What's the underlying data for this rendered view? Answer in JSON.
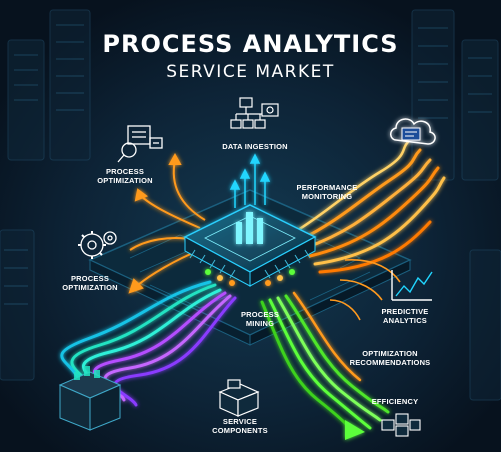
{
  "title": {
    "line1": "PROCESS ANALYTICS",
    "line2": "SERVICE MARKET"
  },
  "labels": {
    "data_ingestion": "DATA INGESTION",
    "process_optimization_top": "PROCESS\nOPTIMIZATION",
    "process_optimization_left": "PROCESS\nOPTIMIZATION",
    "performance_monitoring": "PERFORMANCE\nMONITORING",
    "predictive_analytics": "PREDICTIVE\nANALYTICS",
    "process_mining": "PROCESS\nMINING",
    "optimization_recommendations": "OPTIMIZATION\nRECOMMENDATIONS",
    "efficiency": "EFFICIENCY",
    "service_components": "SERVICE\nCOMPONENTS"
  },
  "colors": {
    "background": "#0b1a2a",
    "cyan": "#21d6ff",
    "orange": "#ff9a1f",
    "green": "#5cff3a",
    "purple": "#b44dff",
    "teal": "#22e3c2"
  },
  "icons": {
    "data_ingestion": "flowchart-icon",
    "process_optimization_top": "magnify-checklist-icon",
    "process_optimization_left": "gears-icon",
    "performance_monitoring": "cloud-dashboard-icon",
    "predictive_analytics": "line-chart-icon",
    "service_components": "box-stack-icon",
    "efficiency": "server-boxes-icon"
  }
}
